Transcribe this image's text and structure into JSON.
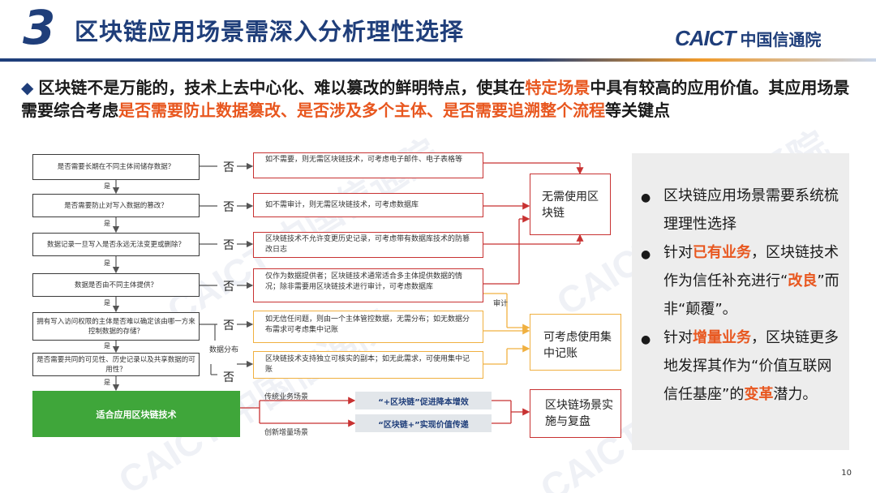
{
  "header": {
    "section_number": "3",
    "title": "区块链应用场景需深入分析理性选择",
    "logo_en": "CAICT",
    "logo_cn": "中国信通院"
  },
  "intro": {
    "p1": "区块链不是万能的，技术上去中心化、难以篡改的鲜明特点，使其在",
    "p1_hl": "特定场景",
    "p2": "中具有较高的应用价值。其应用场景需要综合考虑",
    "p2_hl": "是否需要防止数据篡改、是否涉及多个主体、是否需要追溯整个流程",
    "p3": "等关键点"
  },
  "flow": {
    "questions": [
      "是否需要长期在不同主体间储存数据？",
      "是否需要防止对写入数据的篡改？",
      "数据记录一旦写入是否永远无法变更或删除？",
      "数据是否由不同主体提供？",
      "拥有写入访问权限的主体是否难以确定该由哪一方来控制数据的存储？",
      "是否需要共同的可见性、历史记录以及共享数据的可用性？"
    ],
    "yes_label": "是",
    "no_label": "否",
    "answers": [
      "如不需要，则无需区块链技术，可考虑电子邮件、电子表格等",
      "如不需审计，则无需区块链技术，可考虑数据库",
      "区块链技术不允许变更历史记录，可考虑带有数据库技术的防篡改日志",
      "仅作为数据提供者；区块链技术通常适合多主体提供数据的情况；除非需要用区块链技术进行审计，可考虑数据库",
      "如无信任问题，则由一个主体管控数据，无需分布；如无数据分布需求可考虑集中记账",
      "区块链技术支持独立可核实的副本；如无此需求，可使用集中记账"
    ],
    "result_no_blockchain": "无需使用区块链",
    "result_central": "可考虑使用集中记账",
    "result_review": "区块链场景实施与复盘",
    "audit_label": "审计",
    "distribution_label": "数据分布",
    "green_label": "适合应用区块链技术",
    "traditional_label": "传统业务场景",
    "innovative_label": "创新增量场景",
    "btn_plus": "“+区块链”促进降本增效",
    "btn_chain_plus": "“区块链+”实现价值传递"
  },
  "panel": {
    "b1": "区块链应用场景需要系统梳理理性选择",
    "b2_pre": "针对",
    "b2_hl": "已有业务",
    "b2_mid": "，区块链技术作为信任补充进行“",
    "b2_hl2": "改良",
    "b2_post": "”而非“颠覆”。",
    "b3_pre": "针对",
    "b3_hl": "增量业务",
    "b3_mid": "，区块链更多地发挥其作为“价值互联网信任基座”的",
    "b3_hl2": "变革",
    "b3_post": "潜力。"
  },
  "page_number": "10",
  "colors": {
    "navy": "#1f3e7a",
    "orange": "#e8571f",
    "red": "#c83232",
    "green": "#3fa63a",
    "amber": "#f0b040"
  }
}
